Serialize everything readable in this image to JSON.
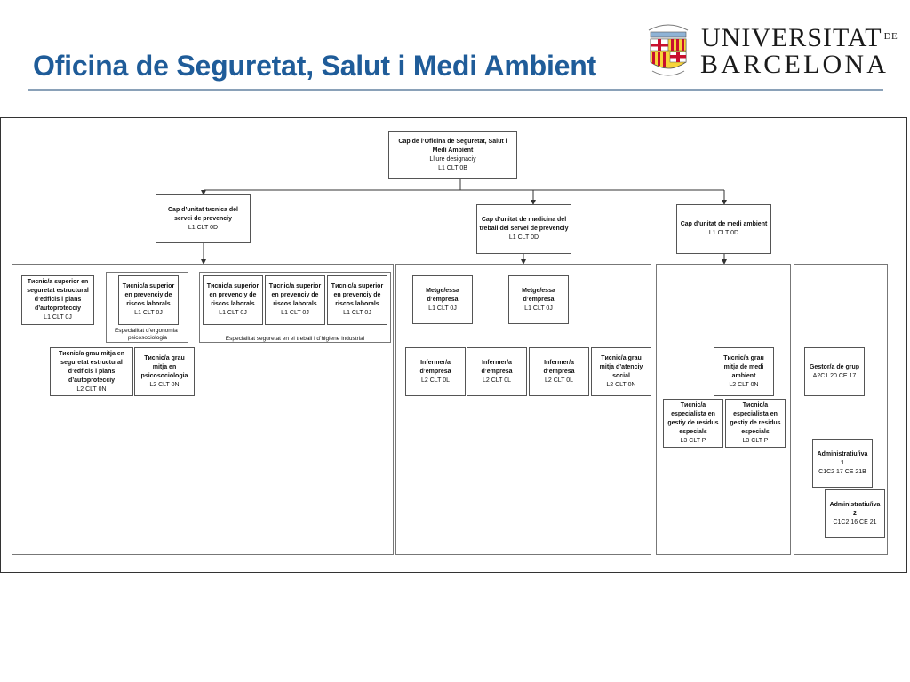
{
  "header": {
    "title": "Oficina de Seguretat, Salut i Medi Ambient",
    "logo": {
      "line1": "UNIVERSITAT",
      "line1_suffix": "DE",
      "line2": "BARCELONA"
    }
  },
  "colors": {
    "title": "#1f5c99",
    "rule": "#8aa1b8",
    "box_border": "#555555",
    "connector": "#333333"
  },
  "org": {
    "root": {
      "title": "Cap de l’Oficina de Seguretat, Salut i Medi Ambient",
      "line1": "Lliure designaciу",
      "line2": "L1 CLT 0B"
    },
    "units": [
      {
        "title": "Cap d’unitat tиcnica del servei de prevenciу",
        "line1": "L1 CLT 0D"
      },
      {
        "title": "Cap d’unitat de mиdicina del treball del servei de prevenciу",
        "line1": "L1 CLT 0D"
      },
      {
        "title": "Cap d’unitat de medi ambient",
        "line1": "L1 CLT 0D"
      }
    ],
    "tec": [
      {
        "title": "Tиcnic/a superior en seguretat estructural d’edficis i plans d’autoprotecciу",
        "line1": "L1 CLT 0J"
      },
      {
        "title": "Tиcnic/a superior en prevenciу de riscos laborals",
        "line1": "L1 CLT 0J"
      },
      {
        "title": "Tиcnic/a superior en prevenciу de riscos laborals",
        "line1": "L1 CLT 0J"
      },
      {
        "title": "Tиcnic/a superior en prevenciу de riscos laborals",
        "line1": "L1 CLT 0J"
      },
      {
        "title": "Tиcnic/a superior en prevenciу de riscos laborals",
        "line1": "L1 CLT 0J"
      },
      {
        "title": "Tиcnic/a grau mitja en seguretat estructural d’edficis i plans d’autoprotecciу",
        "line1": "L2 CLT 0N"
      },
      {
        "title": "Tиcnic/a grau mitja en psicosociologia",
        "line1": "L2 CLT 0N"
      }
    ],
    "notes": {
      "ergonomia": "Especialitat d’ergonomia i psicosociologia",
      "seguretat": "Especialitat seguretat en el treball i d’higiene industrial"
    },
    "med": [
      {
        "title": "Metge/essa d’empresa",
        "line1": "L1 CLT 0J"
      },
      {
        "title": "Metge/essa d’empresa",
        "line1": "L1 CLT 0J"
      },
      {
        "title": "Infermer/a d’empresa",
        "line1": "L2 CLT 0L"
      },
      {
        "title": "Infermer/a d’empresa",
        "line1": "L2 CLT 0L"
      },
      {
        "title": "Infermer/a d’empresa",
        "line1": "L2 CLT 0L"
      },
      {
        "title": "Tиcnic/a grau mitja d’atenciу social",
        "line1": "L2 CLT 0N"
      }
    ],
    "env": [
      {
        "title": "Tиcnic/a grau mitja de medi ambient",
        "line1": "L2 CLT 0N"
      },
      {
        "title": "Tиcnic/a especialista en gestiу de residus especials",
        "line1": "L3 CLT P"
      },
      {
        "title": "Tиcnic/a especialista en gestiу de residus especials",
        "line1": "L3 CLT P"
      }
    ],
    "adm": [
      {
        "title": "Gestor/a de grup",
        "line1": "A2C1 20 CE 17"
      },
      {
        "title": "Administratiu/iva 1",
        "line1": "C1C2 17 CE 21B"
      },
      {
        "title": "Administratiu/iva 2",
        "line1": "C1C2 16 CE 21"
      }
    ]
  }
}
